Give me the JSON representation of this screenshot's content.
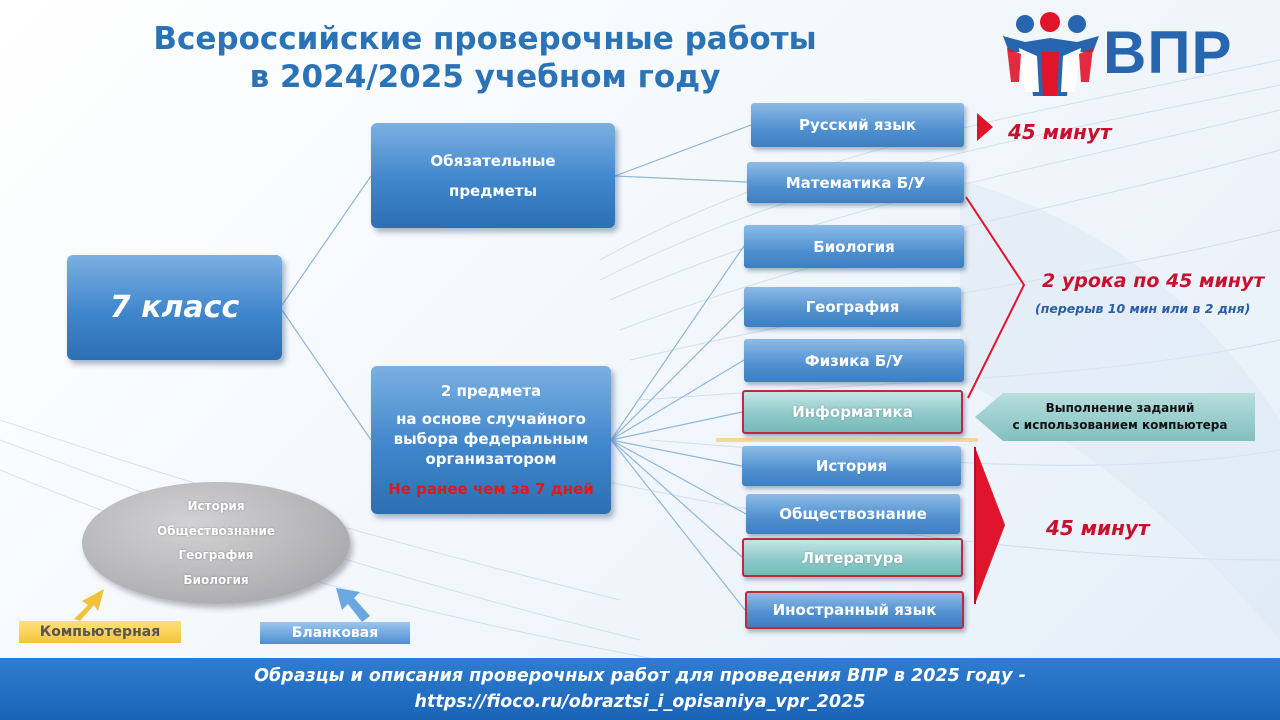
{
  "title_line1": "Всероссийские проверочные работы",
  "title_line2": "в 2024/2025 учебном году",
  "logo_text": "ВПР",
  "grade": "7 класс",
  "mandatory_label_1": "Обязательные",
  "mandatory_label_2": "предметы",
  "random": {
    "line1": "2 предмета",
    "line2": "на основе случайного",
    "line3": "выбора федеральным",
    "line4": "организатором",
    "deadline": "Не ранее чем за 7 дней"
  },
  "subjects": {
    "rus": "Русский язык",
    "math": "Математика   Б/У",
    "bio": "Биология",
    "geo": "География",
    "phys": "Физика    Б/У",
    "inf": "Информатика",
    "hist": "История",
    "soc": "Обществознание",
    "lit": "Литература",
    "foreign": "Иностранный язык"
  },
  "durations": {
    "rus": "45 минут",
    "group": "2 урока по 45 минут",
    "group_note": "(перерыв 10 мин или в 2 дня)",
    "humanities": "45 минут"
  },
  "computer_note_line1": "Выполнение заданий",
  "computer_note_line2": "с использованием компьютера",
  "ellipse_items": [
    "История",
    "Обществознание",
    "География",
    "Биология"
  ],
  "format_computer": "Компьютерная",
  "format_paper": "Бланковая",
  "footer_line1": "Образцы и описания проверочных работ для проведения ВПР в 2025 году -",
  "footer_line2": "https://fioco.ru/obraztsi_i_opisaniya_vpr_2025",
  "colors": {
    "title": "#2a73b6",
    "box_blue": "#3f86cc",
    "accent_red": "#c8102e",
    "footer": "#1a64b8"
  }
}
